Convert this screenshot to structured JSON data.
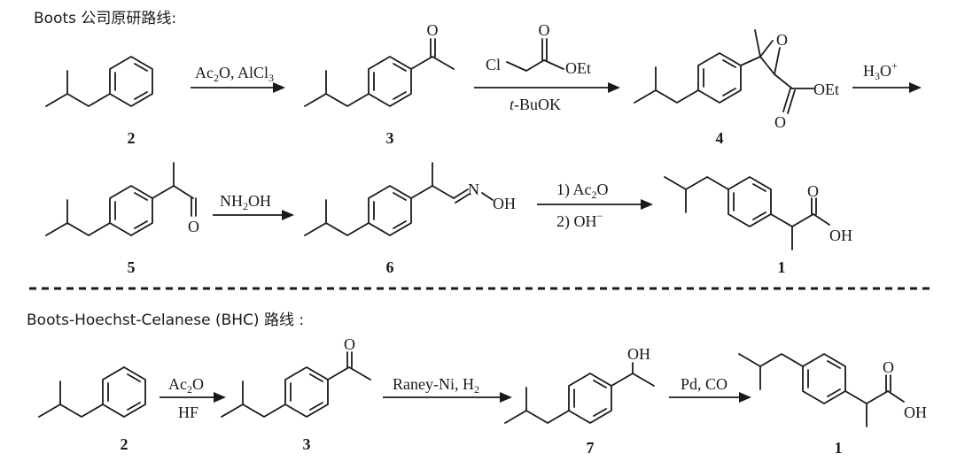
{
  "headers": {
    "route1": "Boots 公司原研路线:",
    "route2": "Boots-Hoechst-Celanese (BHC) 路线 :"
  },
  "route1": {
    "compounds": [
      "2",
      "3",
      "4",
      "5",
      "6",
      "1"
    ],
    "step1": {
      "reagent": "Ac",
      "sub": "2",
      "rest": "O, AlCl",
      "sub2": "3"
    },
    "step2": {
      "reagent_above_cl": "Cl",
      "reagent_above_o": "O",
      "reagent_above_oet": "OEt",
      "reagent_below": "t",
      "reagent_below_rest": "-BuOK"
    },
    "step3": {
      "reagent": "H",
      "sub": "3",
      "rest": "O",
      "sup": "+"
    },
    "step4": {
      "reagent": "NH",
      "sub": "2",
      "rest": "OH"
    },
    "step5": {
      "line1": "1) Ac",
      "line1_sub": "2",
      "line1_rest": "O",
      "line2": "2) OH",
      "line2_sup": "−"
    },
    "atoms": {
      "epoxide_o": "O",
      "ester_o": "O",
      "ester_oet": "OEt",
      "aldehyde_o": "O",
      "oxime_n": "N",
      "oxime_oh": "OH",
      "acid_o": "O",
      "acid_oh": "OH"
    }
  },
  "route2": {
    "compounds": [
      "2",
      "3",
      "7",
      "1"
    ],
    "step1": {
      "above": "Ac",
      "above_sub": "2",
      "above_rest": "O",
      "below": "HF"
    },
    "step2": {
      "reagent": "Raney-Ni, H",
      "sub": "2"
    },
    "step3": {
      "reagent": "Pd, CO"
    },
    "atoms": {
      "ketone_o": "O",
      "alcohol_oh": "OH",
      "acid_o": "O",
      "acid_oh": "OH"
    }
  }
}
